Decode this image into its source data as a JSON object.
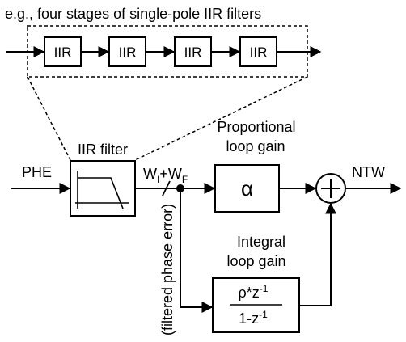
{
  "caption": "e.g., four stages of single-pole IIR filters",
  "stages": [
    "IIR",
    "IIR",
    "IIR",
    "IIR"
  ],
  "iir_filter_label": "IIR filter",
  "input_label": "PHE",
  "output_label": "NTW",
  "node_label_main": "W",
  "node_sub_1": "I",
  "node_plus": "+W",
  "node_sub_2": "F",
  "filtered_label": "(filtered phase error)",
  "proportional": {
    "line1": "Proportional",
    "line2": "loop gain",
    "symbol": "α"
  },
  "integral": {
    "line1": "Integral",
    "line2": "loop gain",
    "numerator_base": "ρ*z",
    "numerator_exp": "-1",
    "denominator": "1-z",
    "denominator_exp": "-1"
  },
  "summer_symbol": "+"
}
